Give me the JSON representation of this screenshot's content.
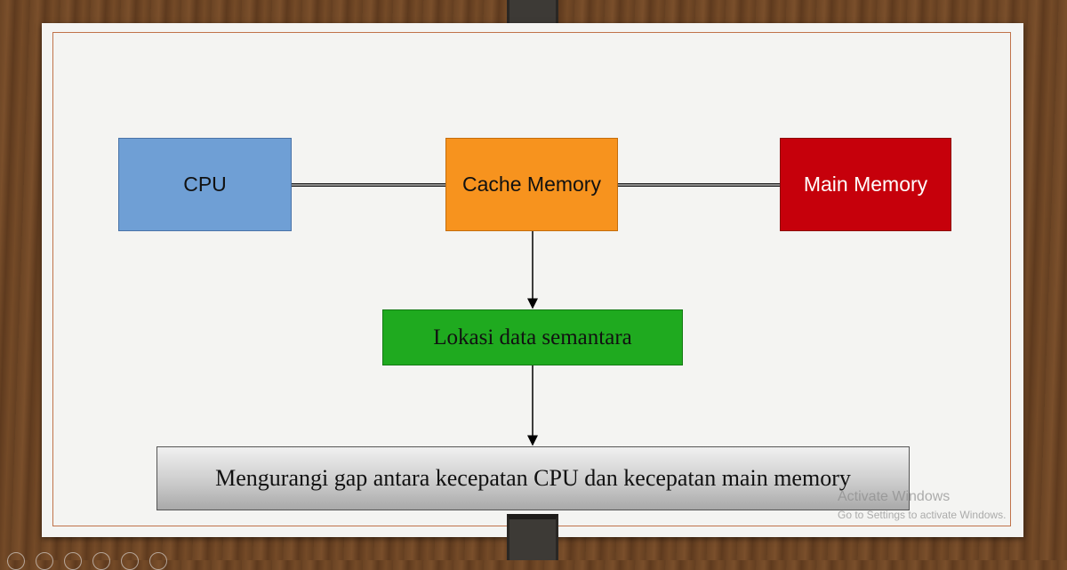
{
  "diagram": {
    "nodes": {
      "cpu": {
        "label": "CPU",
        "color": "#6f9fd5"
      },
      "cache": {
        "label": "Cache Memory",
        "color": "#f7931e"
      },
      "main_memory": {
        "label": "Main Memory",
        "color": "#c6000b"
      },
      "lokasi": {
        "label": "Lokasi data semantara",
        "color": "#1faa1f"
      },
      "gap": {
        "label": "Mengurangi gap antara kecepatan CPU dan kecepatan main memory",
        "color": "#c9c9c9"
      }
    },
    "edges": [
      {
        "from": "cpu",
        "to": "cache",
        "style": "double-line"
      },
      {
        "from": "cache",
        "to": "main_memory",
        "style": "double-line"
      },
      {
        "from": "cache",
        "to": "lokasi",
        "style": "arrow"
      },
      {
        "from": "lokasi",
        "to": "gap",
        "style": "arrow"
      }
    ]
  },
  "watermark": {
    "title": "Activate Windows",
    "subtitle": "Go to Settings to activate Windows."
  }
}
